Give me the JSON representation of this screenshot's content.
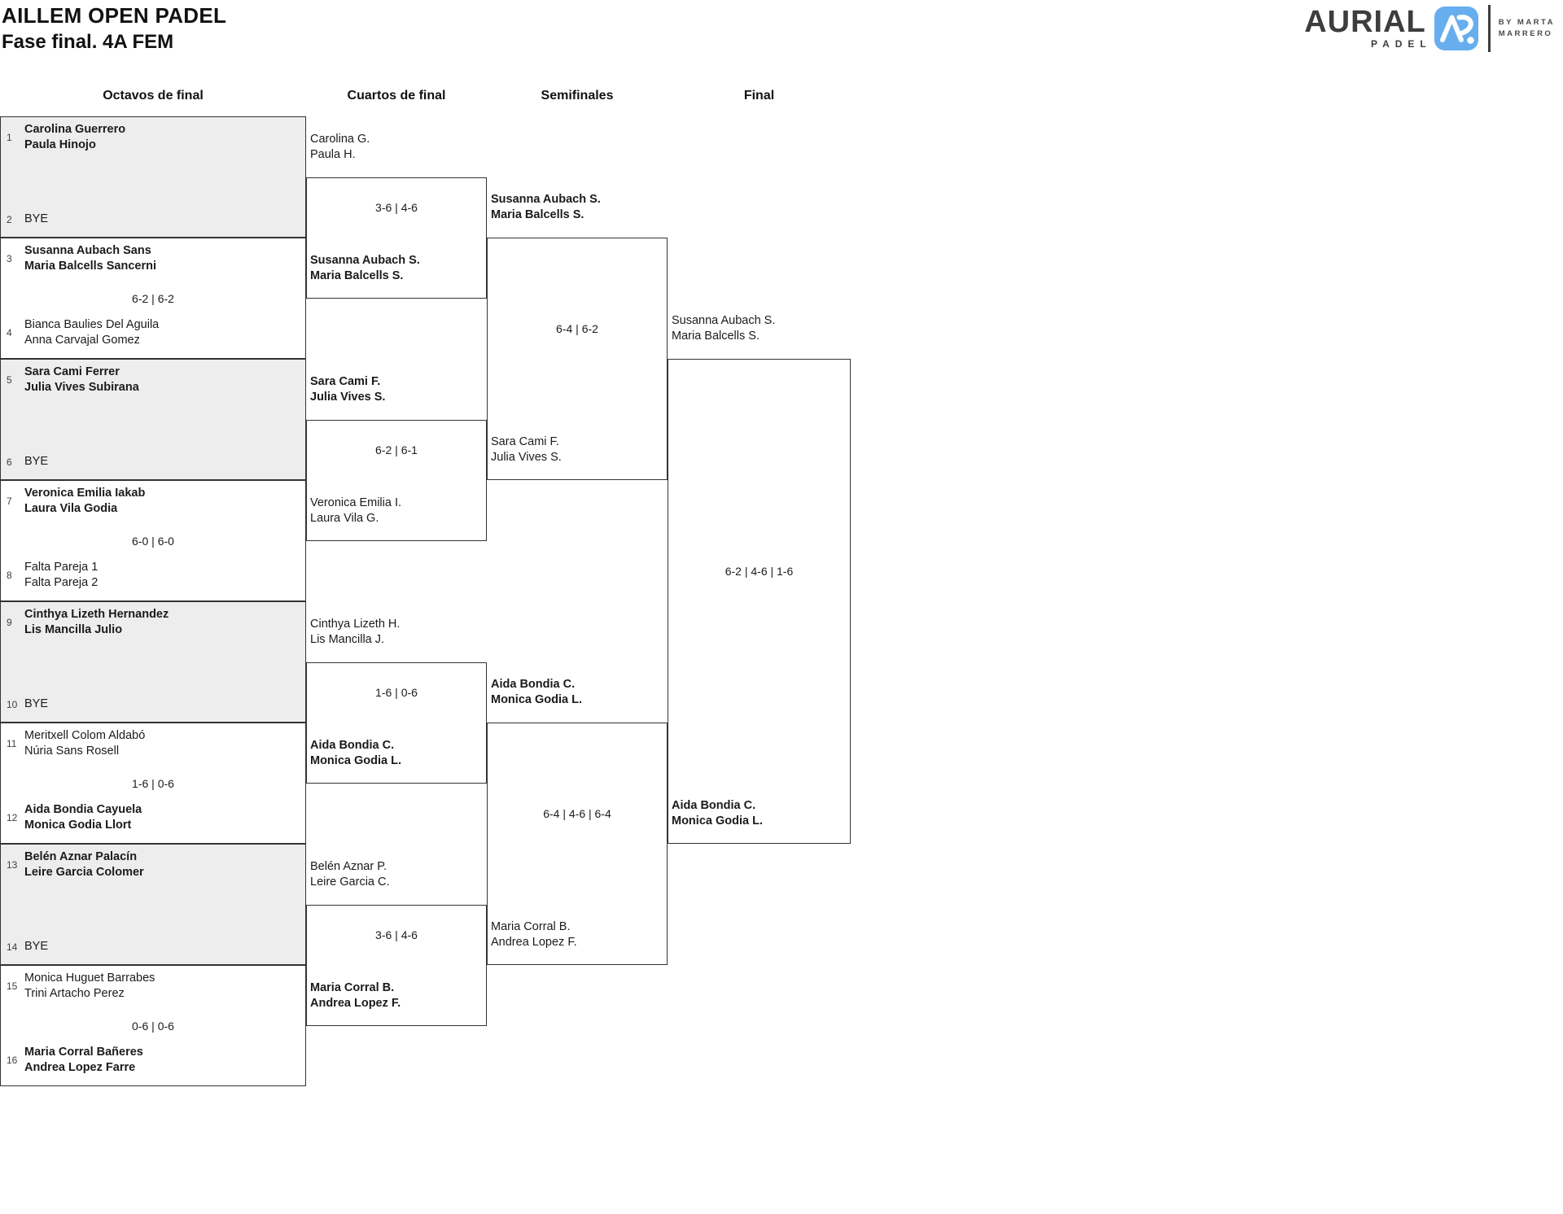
{
  "page": {
    "title": "AILLEM OPEN PADEL",
    "subtitle": "Fase final. 4A FEM"
  },
  "logo": {
    "brand": "AURIAL",
    "brand_sub": "PADEL",
    "byline_1": "BY MARTA",
    "byline_2": "MARRERO"
  },
  "colors": {
    "bye_bg": "#EDEDED",
    "border": "#333333",
    "text": "#1B1B1B",
    "brand_dark": "#3D3D3D",
    "brand_blue": "#67AEEF"
  },
  "round_headers": [
    "Octavos de final",
    "Cuartos de final",
    "Semifinales",
    "Final"
  ],
  "rounds": {
    "octavos": [
      {
        "bye": true,
        "score": "",
        "top": {
          "seed": "1",
          "lines": [
            "Carolina Guerrero",
            "Paula Hinojo"
          ],
          "winner": true
        },
        "bottom": {
          "seed": "2",
          "lines": [
            "BYE"
          ],
          "winner": false
        }
      },
      {
        "bye": false,
        "score": "6-2 | 6-2",
        "top": {
          "seed": "3",
          "lines": [
            "Susanna Aubach Sans",
            "Maria Balcells Sancerni"
          ],
          "winner": true
        },
        "bottom": {
          "seed": "4",
          "lines": [
            "Bianca Baulies Del Aguila",
            "Anna Carvajal Gomez"
          ],
          "winner": false
        }
      },
      {
        "bye": true,
        "score": "",
        "top": {
          "seed": "5",
          "lines": [
            "Sara Cami Ferrer",
            "Julia Vives Subirana"
          ],
          "winner": true
        },
        "bottom": {
          "seed": "6",
          "lines": [
            "BYE"
          ],
          "winner": false
        }
      },
      {
        "bye": false,
        "score": "6-0 | 6-0",
        "top": {
          "seed": "7",
          "lines": [
            "Veronica Emilia Iakab",
            "Laura Vila Godia"
          ],
          "winner": true
        },
        "bottom": {
          "seed": "8",
          "lines": [
            "Falta Pareja 1",
            "Falta Pareja 2"
          ],
          "winner": false
        }
      },
      {
        "bye": true,
        "score": "",
        "top": {
          "seed": "9",
          "lines": [
            "Cinthya Lizeth Hernandez",
            "Lis Mancilla Julio"
          ],
          "winner": true
        },
        "bottom": {
          "seed": "10",
          "lines": [
            "BYE"
          ],
          "winner": false
        }
      },
      {
        "bye": false,
        "score": "1-6 | 0-6",
        "top": {
          "seed": "11",
          "lines": [
            "Meritxell Colom Aldabó",
            "Núria Sans Rosell"
          ],
          "winner": false
        },
        "bottom": {
          "seed": "12",
          "lines": [
            "Aida Bondia Cayuela",
            "Monica Godia Llort"
          ],
          "winner": true
        }
      },
      {
        "bye": true,
        "score": "",
        "top": {
          "seed": "13",
          "lines": [
            "Belén Aznar Palacín",
            "Leire Garcia Colomer"
          ],
          "winner": true
        },
        "bottom": {
          "seed": "14",
          "lines": [
            "BYE"
          ],
          "winner": false
        }
      },
      {
        "bye": false,
        "score": "0-6 | 0-6",
        "top": {
          "seed": "15",
          "lines": [
            "Monica Huguet Barrabes",
            "Trini Artacho Perez"
          ],
          "winner": false
        },
        "bottom": {
          "seed": "16",
          "lines": [
            "Maria Corral Bañeres",
            "Andrea Lopez Farre"
          ],
          "winner": true
        }
      }
    ],
    "cuartos": [
      {
        "score": "3-6 | 4-6",
        "top": {
          "lines": [
            "Carolina G.",
            "Paula H."
          ],
          "winner": false
        },
        "bottom": {
          "lines": [
            "Susanna Aubach S.",
            "Maria Balcells S."
          ],
          "winner": true
        }
      },
      {
        "score": "6-2 | 6-1",
        "top": {
          "lines": [
            "Sara Cami F.",
            "Julia Vives S."
          ],
          "winner": true
        },
        "bottom": {
          "lines": [
            "Veronica Emilia I.",
            "Laura Vila G."
          ],
          "winner": false
        }
      },
      {
        "score": "1-6 | 0-6",
        "top": {
          "lines": [
            "Cinthya Lizeth H.",
            "Lis Mancilla J."
          ],
          "winner": false
        },
        "bottom": {
          "lines": [
            "Aida Bondia C.",
            "Monica Godia L."
          ],
          "winner": true
        }
      },
      {
        "score": "3-6 | 4-6",
        "top": {
          "lines": [
            "Belén Aznar P.",
            "Leire Garcia C."
          ],
          "winner": false
        },
        "bottom": {
          "lines": [
            "Maria Corral B.",
            "Andrea Lopez F."
          ],
          "winner": true
        }
      }
    ],
    "semifinales": [
      {
        "score": "6-4 | 6-2",
        "top": {
          "lines": [
            "Susanna Aubach S.",
            "Maria Balcells S."
          ],
          "winner": true
        },
        "bottom": {
          "lines": [
            "Sara Cami F.",
            "Julia Vives S."
          ],
          "winner": false
        }
      },
      {
        "score": "6-4 | 4-6 | 6-4",
        "top": {
          "lines": [
            "Aida Bondia C.",
            "Monica Godia L."
          ],
          "winner": true
        },
        "bottom": {
          "lines": [
            "Maria Corral B.",
            "Andrea Lopez F."
          ],
          "winner": false
        }
      }
    ],
    "final": [
      {
        "score": "6-2 | 4-6 | 1-6",
        "top": {
          "lines": [
            "Susanna Aubach S.",
            "Maria Balcells S."
          ],
          "winner": false
        },
        "bottom": {
          "lines": [
            "Aida Bondia C.",
            "Monica Godia L."
          ],
          "winner": true
        }
      }
    ]
  }
}
